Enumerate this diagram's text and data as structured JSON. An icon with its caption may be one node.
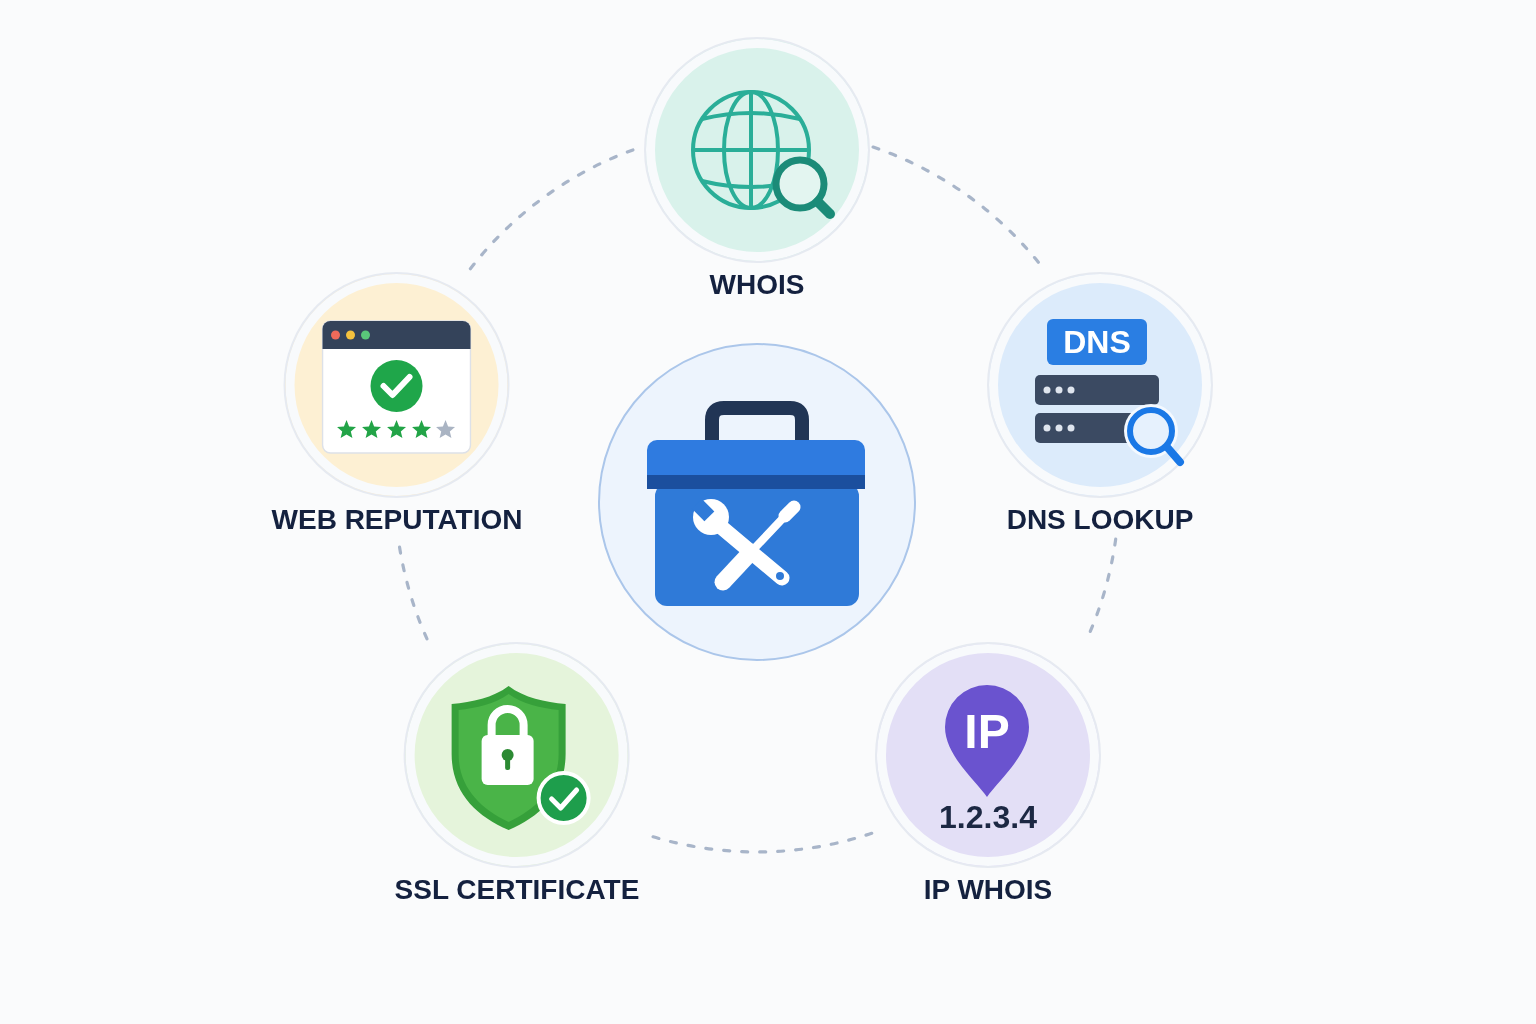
{
  "diagram": {
    "nodes": [
      {
        "text": [
          "WHOIS"
        ]
      },
      {
        "text": [
          "WEB REPUTATION"
        ]
      },
      {
        "text": [],
        "shape": "circle"
      },
      {
        "text": [
          "DNS",
          "DNS LOOKUP"
        ]
      },
      {
        "text": [
          "SSL CERTIFICATE"
        ]
      },
      {
        "text": [
          "IP",
          "1.2.3.4",
          "IP WHOIS"
        ]
      }
    ],
    "edges": [
      {
        "from": 0,
        "to": 3,
        "arrow": "none",
        "style": "dashed"
      },
      {
        "from": 3,
        "to": 5,
        "arrow": "none",
        "style": "dashed"
      },
      {
        "from": 5,
        "to": 4,
        "arrow": "none",
        "style": "dashed"
      },
      {
        "from": 4,
        "to": 1,
        "arrow": "none",
        "style": "dashed"
      },
      {
        "from": 1,
        "to": 0,
        "arrow": "none",
        "style": "dashed"
      }
    ]
  }
}
